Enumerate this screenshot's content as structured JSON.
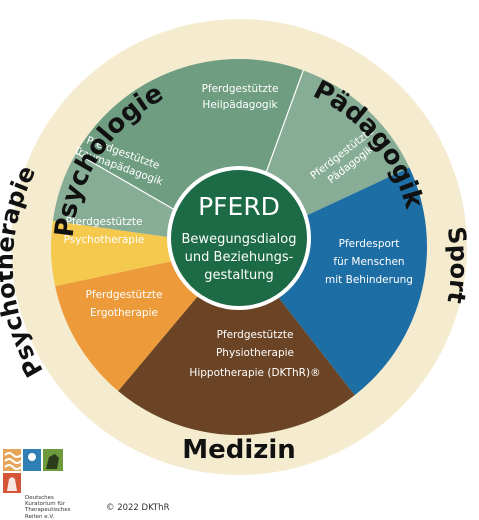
{
  "center": {
    "title": "PFERD",
    "line1": "Bewegungsdialog",
    "line2": "und Beziehungs-",
    "line3": "gestaltung"
  },
  "ring_labels": {
    "psychologie": "Psychologie",
    "paedagogik": "Pädagogik",
    "sport": "Sport",
    "medizin": "Medizin",
    "psychotherapie": "Psychotherapie"
  },
  "sectors": {
    "heilpaedagogik": {
      "line1": "Pferdgestützte",
      "line2": "Heilpädagogik",
      "color": "#6f9d82"
    },
    "paedagogik": {
      "line1": "Pferdgestützte",
      "line2": "Pädagogik",
      "color": "#88ad96"
    },
    "sport": {
      "line1": "Pferdesport",
      "line2": "für Menschen",
      "line3": "mit Behinderung",
      "color": "#1e6ea6"
    },
    "physio": {
      "line1": "Pferdgestützte",
      "line2": "Physiotherapie",
      "line3": "Hippotherapie (DKThR)®",
      "color": "#6b4426"
    },
    "ergo": {
      "line1": "Pferdgestützte",
      "line2": "Ergotherapie",
      "color": "#ec9a3a"
    },
    "psychotherapie": {
      "line1": "Pferdgestützte",
      "line2": "Psychotherapie",
      "color": "#f4c94e"
    },
    "trauma": {
      "line1": "Pferdgestützte",
      "line2": "Traumapädagogik",
      "color": "#88ad96"
    }
  },
  "colors": {
    "ring": "#f5ecd0",
    "center": "#1d6b46",
    "center_border": "#ffffff"
  },
  "footer": {
    "org_line1": "Deutsches",
    "org_line2": "Kuratorium für",
    "org_line3": "Therapeutisches",
    "org_line4": "Reiten e.V.",
    "copyright": "© 2022 DKThR"
  }
}
